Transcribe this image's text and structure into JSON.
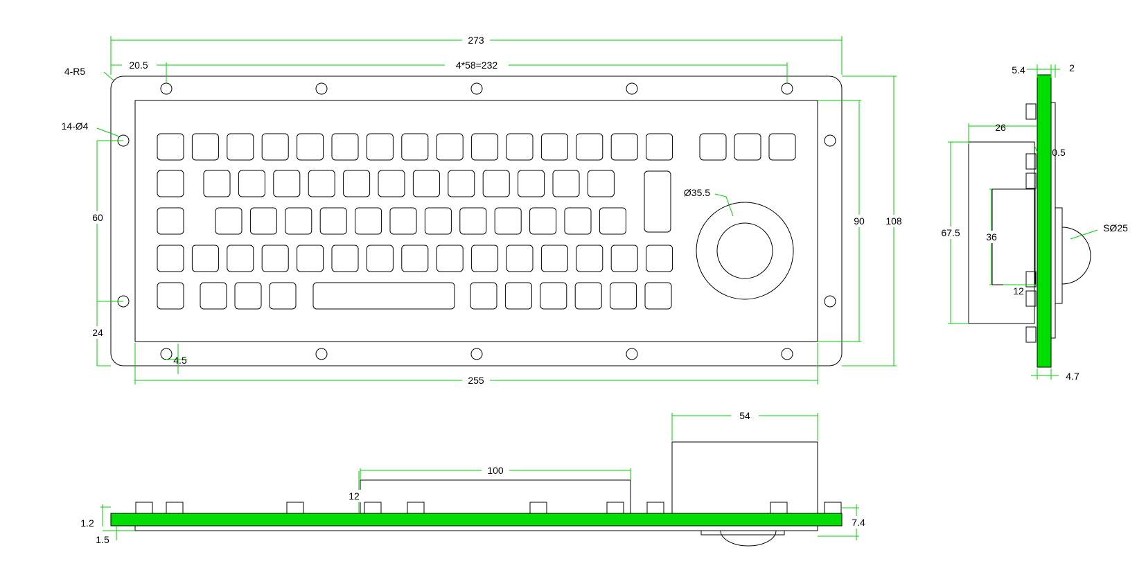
{
  "colors": {
    "outline": "#000000",
    "dimension_line": "#00cc00",
    "pcb": "#00dd00",
    "background": "#ffffff"
  },
  "front_view": {
    "overall_width": "273",
    "edge_to_first_hole": "20.5",
    "hole_pitch": "4*58=232",
    "corner_radius": "4-R5",
    "mount_holes": "14-Ø4",
    "hole_spacing_vertical": "60",
    "hole_to_bottom": "24",
    "hole_offset": "4.5",
    "panel_inner_width": "255",
    "panel_inner_height": "90",
    "overall_height": "108",
    "trackball_diameter": "Ø35.5"
  },
  "side_view": {
    "panel_thickness": "5.4",
    "pcb_thickness": "2",
    "depth_to_box": "26",
    "gap": "0.5",
    "box_height": "67.5",
    "inner_height": "36",
    "offset_small": "12",
    "ball_size": "SØ25",
    "bottom_offset": "4.7"
  },
  "bottom_view": {
    "trackball_box_width": "54",
    "connector_width": "100",
    "connector_height": "12",
    "panel_height": "1.2",
    "bottom_clearance": "1.5",
    "total_height": "7.4"
  }
}
